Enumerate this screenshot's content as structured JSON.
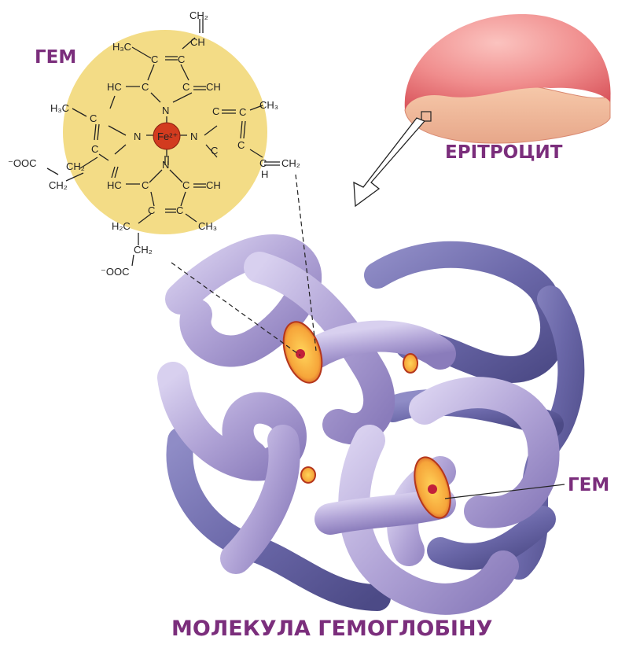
{
  "labels": {
    "heme_top": "ГЕМ",
    "erythrocyte": "ЕРІТРОЦИТ",
    "heme_right": "ГЕМ",
    "molecule": "МОЛЕКУЛА ГЕМОГЛОБІНУ"
  },
  "heme_structure": {
    "iron": "Fe²⁺",
    "atoms": {
      "n_top": "N",
      "n_bottom": "N",
      "n_left": "N",
      "n_right": "N",
      "ch2_vinyl_top": "CH₂",
      "ch_vinyl_top": "CH",
      "h3c_top": "H₃C",
      "c_top1": "C",
      "c_top2": "C",
      "eq_c_top": "C",
      "hc_left_top": "HC",
      "c_left_top": "C",
      "c_right_top": "C",
      "ch_right_top": "CH",
      "h3c_left": "H₃C",
      "c_left1": "C",
      "c_left2": "C",
      "ch3_right": "CH₃",
      "c_right1": "C",
      "c_right2": "C",
      "ch_eq_ch2": "C",
      "eq_ch2": "CH₂",
      "h_vinyl": "H",
      "hc_left_bot": "HC",
      "c_left_bot": "C",
      "c_right_bot": "C",
      "ch_right_bot": "CH",
      "ch2_left_chain": "CH₂",
      "ooc_left": "⁻OOC",
      "ch2_left2": "CH₂",
      "h2c_bottom": "H₂C",
      "c_bot1": "C",
      "c_bot2": "C",
      "ch3_bottom": "CH₃",
      "ch2_bottom_chain": "CH₂",
      "ooc_bottom": "⁻OOC"
    }
  },
  "colors": {
    "label": "#7b2e7c",
    "heme_circle": "#f3dc86",
    "iron": "#d23b1f",
    "globin_light": "#b3a6d8",
    "globin_dark": "#5f5d9c",
    "cell": "#ee7b7e",
    "heme_disc": "#e8891f"
  }
}
